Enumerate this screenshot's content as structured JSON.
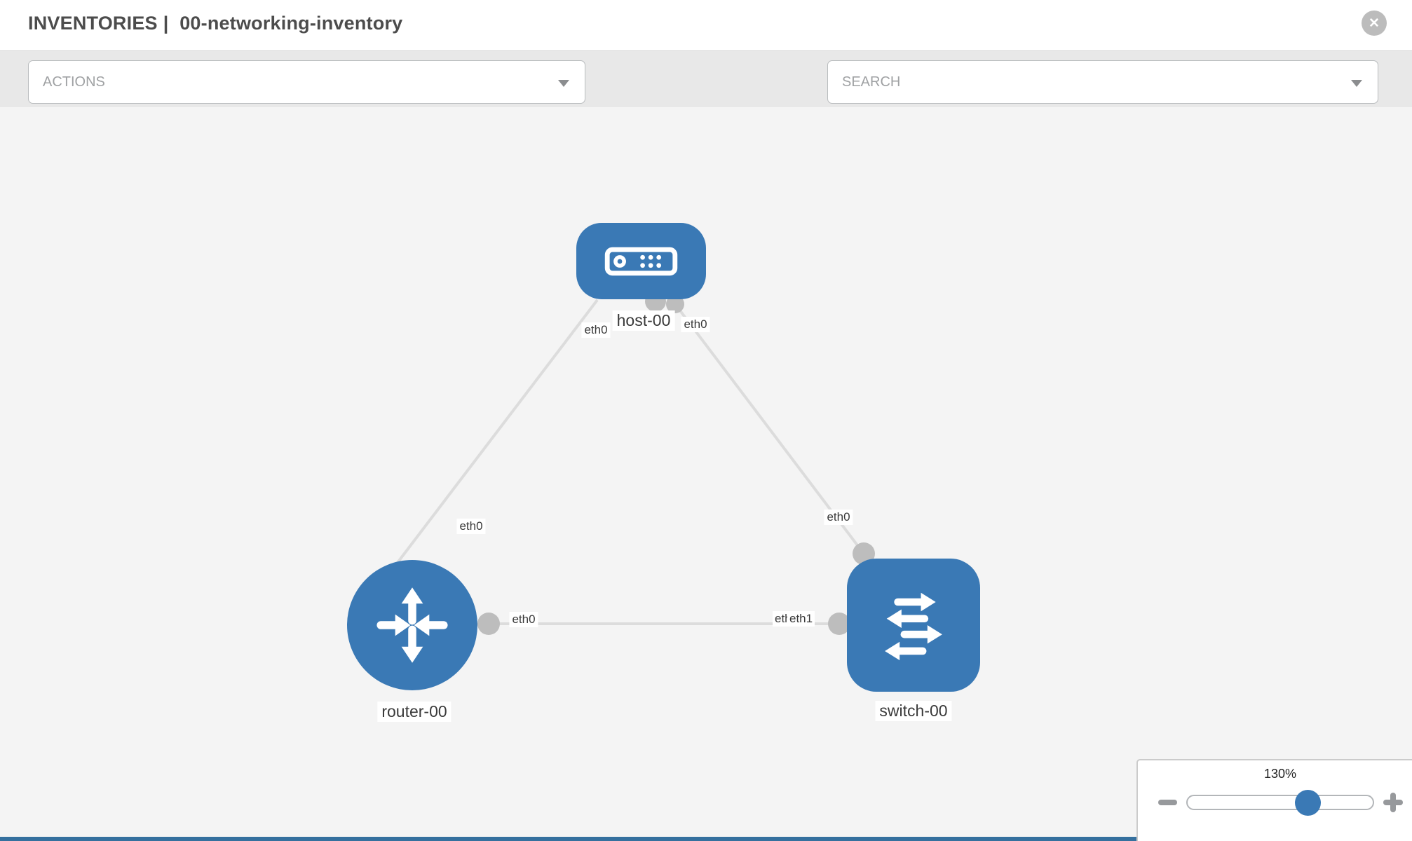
{
  "header": {
    "section": "INVENTORIES",
    "separator": "|",
    "inventory_name": "00-networking-inventory",
    "close_label": "✕"
  },
  "toolbar": {
    "actions_label": "ACTIONS",
    "search_placeholder": "SEARCH",
    "icon_buttons": [
      "wrench-icon",
      "key-icon"
    ]
  },
  "topology": {
    "nodes": [
      {
        "id": "host-00",
        "label": "host-00",
        "type": "host",
        "icon": "server-icon"
      },
      {
        "id": "router-00",
        "label": "router-00",
        "type": "router",
        "icon": "router-arrows-icon"
      },
      {
        "id": "switch-00",
        "label": "switch-00",
        "type": "switch",
        "icon": "switch-arrows-icon"
      }
    ],
    "edges": [
      {
        "from": "host-00",
        "from_port": "eth0",
        "to": "router-00",
        "to_port": "eth0"
      },
      {
        "from": "host-00",
        "from_port": "eth0",
        "to": "switch-00",
        "to_port": "eth0"
      },
      {
        "from": "router-00",
        "from_port": "eth0",
        "to": "switch-00",
        "to_port": "eth1"
      }
    ],
    "port_labels": {
      "host_left": "eth0",
      "host_right": "eth0",
      "link_host_router": "eth0",
      "link_host_switch": "eth0",
      "router_right": "eth0",
      "switch_left_back": "eth0",
      "switch_left_front": "eth1"
    }
  },
  "zoom_control": {
    "level": "130%"
  },
  "colors": {
    "node_blue": "#3a79b5",
    "slider_handle_blue": "#3a79b5",
    "edge_gray": "#dcdcdc",
    "port_gray": "#bdbdbd",
    "canvas_bg": "#f4f4f4",
    "toolbar_bg": "#e8e8e8",
    "title_text": "#4c4c4c",
    "footer_bar_blue": "#35709e"
  }
}
